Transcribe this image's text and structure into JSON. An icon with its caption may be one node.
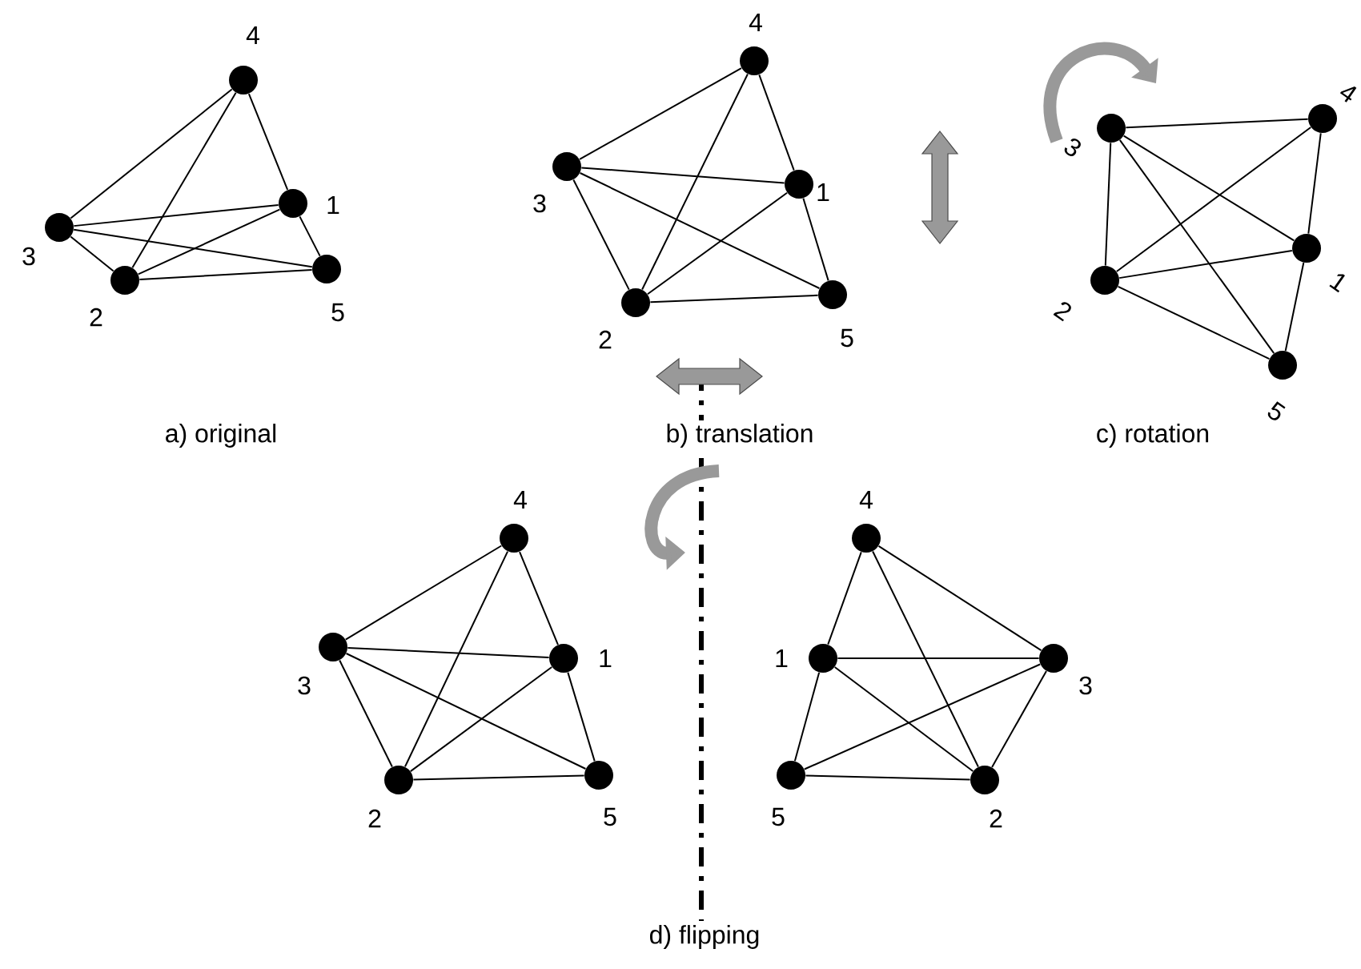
{
  "diagram": {
    "nodes": [
      {
        "text": [],
        "shape": "circle",
        "beside": [
          "1"
        ]
      },
      {
        "text": [],
        "shape": "circle",
        "beside": [
          "2"
        ]
      },
      {
        "text": [],
        "shape": "circle",
        "beside": [
          "3"
        ]
      },
      {
        "text": [],
        "shape": "circle",
        "beside": [
          "4"
        ]
      },
      {
        "text": [],
        "shape": "circle",
        "beside": [
          "5"
        ]
      },
      {
        "text": [],
        "shape": "circle",
        "beside": [
          "1"
        ]
      },
      {
        "text": [],
        "shape": "circle",
        "beside": [
          "2"
        ]
      },
      {
        "text": [],
        "shape": "circle",
        "beside": [
          "3"
        ]
      },
      {
        "text": [],
        "shape": "circle",
        "beside": [
          "4"
        ]
      },
      {
        "text": [],
        "shape": "circle",
        "beside": [
          "5"
        ]
      },
      {
        "text": [],
        "shape": "circle",
        "beside": [
          "1"
        ]
      },
      {
        "text": [],
        "shape": "circle",
        "beside": [
          "2"
        ]
      },
      {
        "text": [],
        "shape": "circle",
        "beside": [
          "3"
        ]
      },
      {
        "text": [],
        "shape": "circle",
        "beside": [
          "4"
        ]
      },
      {
        "text": [],
        "shape": "circle",
        "beside": [
          "5"
        ]
      },
      {
        "text": [],
        "shape": "circle",
        "beside": [
          "1"
        ]
      },
      {
        "text": [],
        "shape": "circle",
        "beside": [
          "2"
        ]
      },
      {
        "text": [],
        "shape": "circle",
        "beside": [
          "3"
        ]
      },
      {
        "text": [],
        "shape": "circle",
        "beside": [
          "4"
        ]
      },
      {
        "text": [],
        "shape": "circle",
        "beside": [
          "5"
        ]
      },
      {
        "text": [],
        "shape": "circle",
        "beside": [
          "1"
        ]
      },
      {
        "text": [],
        "shape": "circle",
        "beside": [
          "2"
        ]
      },
      {
        "text": [],
        "shape": "circle",
        "beside": [
          "3"
        ]
      },
      {
        "text": [],
        "shape": "circle",
        "beside": [
          "4"
        ]
      },
      {
        "text": [],
        "shape": "circle",
        "beside": [
          "5"
        ]
      }
    ],
    "edges": [
      {
        "from": 0,
        "to": 1,
        "arrow": "none"
      },
      {
        "from": 0,
        "to": 2,
        "arrow": "none"
      },
      {
        "from": 0,
        "to": 3,
        "arrow": "none"
      },
      {
        "from": 0,
        "to": 4,
        "arrow": "none"
      },
      {
        "from": 1,
        "to": 2,
        "arrow": "none"
      },
      {
        "from": 1,
        "to": 3,
        "arrow": "none"
      },
      {
        "from": 1,
        "to": 4,
        "arrow": "none"
      },
      {
        "from": 2,
        "to": 3,
        "arrow": "none"
      },
      {
        "from": 2,
        "to": 4,
        "arrow": "none"
      },
      {
        "from": 5,
        "to": 6,
        "arrow": "none"
      },
      {
        "from": 5,
        "to": 7,
        "arrow": "none"
      },
      {
        "from": 5,
        "to": 8,
        "arrow": "none"
      },
      {
        "from": 5,
        "to": 9,
        "arrow": "none"
      },
      {
        "from": 6,
        "to": 7,
        "arrow": "none"
      },
      {
        "from": 6,
        "to": 8,
        "arrow": "none"
      },
      {
        "from": 6,
        "to": 9,
        "arrow": "none"
      },
      {
        "from": 7,
        "to": 8,
        "arrow": "none"
      },
      {
        "from": 7,
        "to": 9,
        "arrow": "none"
      },
      {
        "from": 10,
        "to": 11,
        "arrow": "none"
      },
      {
        "from": 10,
        "to": 12,
        "arrow": "none"
      },
      {
        "from": 10,
        "to": 13,
        "arrow": "none"
      },
      {
        "from": 10,
        "to": 14,
        "arrow": "none"
      },
      {
        "from": 11,
        "to": 12,
        "arrow": "none"
      },
      {
        "from": 11,
        "to": 13,
        "arrow": "none"
      },
      {
        "from": 11,
        "to": 14,
        "arrow": "none"
      },
      {
        "from": 12,
        "to": 13,
        "arrow": "none"
      },
      {
        "from": 12,
        "to": 14,
        "arrow": "none"
      },
      {
        "from": 15,
        "to": 16,
        "arrow": "none"
      },
      {
        "from": 15,
        "to": 17,
        "arrow": "none"
      },
      {
        "from": 15,
        "to": 18,
        "arrow": "none"
      },
      {
        "from": 15,
        "to": 19,
        "arrow": "none"
      },
      {
        "from": 16,
        "to": 17,
        "arrow": "none"
      },
      {
        "from": 16,
        "to": 18,
        "arrow": "none"
      },
      {
        "from": 16,
        "to": 19,
        "arrow": "none"
      },
      {
        "from": 17,
        "to": 18,
        "arrow": "none"
      },
      {
        "from": 17,
        "to": 19,
        "arrow": "none"
      },
      {
        "from": 20,
        "to": 21,
        "arrow": "none"
      },
      {
        "from": 20,
        "to": 22,
        "arrow": "none"
      },
      {
        "from": 20,
        "to": 23,
        "arrow": "none"
      },
      {
        "from": 20,
        "to": 24,
        "arrow": "none"
      },
      {
        "from": 21,
        "to": 22,
        "arrow": "none"
      },
      {
        "from": 21,
        "to": 23,
        "arrow": "none"
      },
      {
        "from": 21,
        "to": 24,
        "arrow": "none"
      },
      {
        "from": 22,
        "to": 23,
        "arrow": "none"
      },
      {
        "from": 22,
        "to": 24,
        "arrow": "none"
      }
    ],
    "labels": [
      "a) original",
      "b) translation",
      "c) rotation",
      "d) flipping"
    ]
  }
}
